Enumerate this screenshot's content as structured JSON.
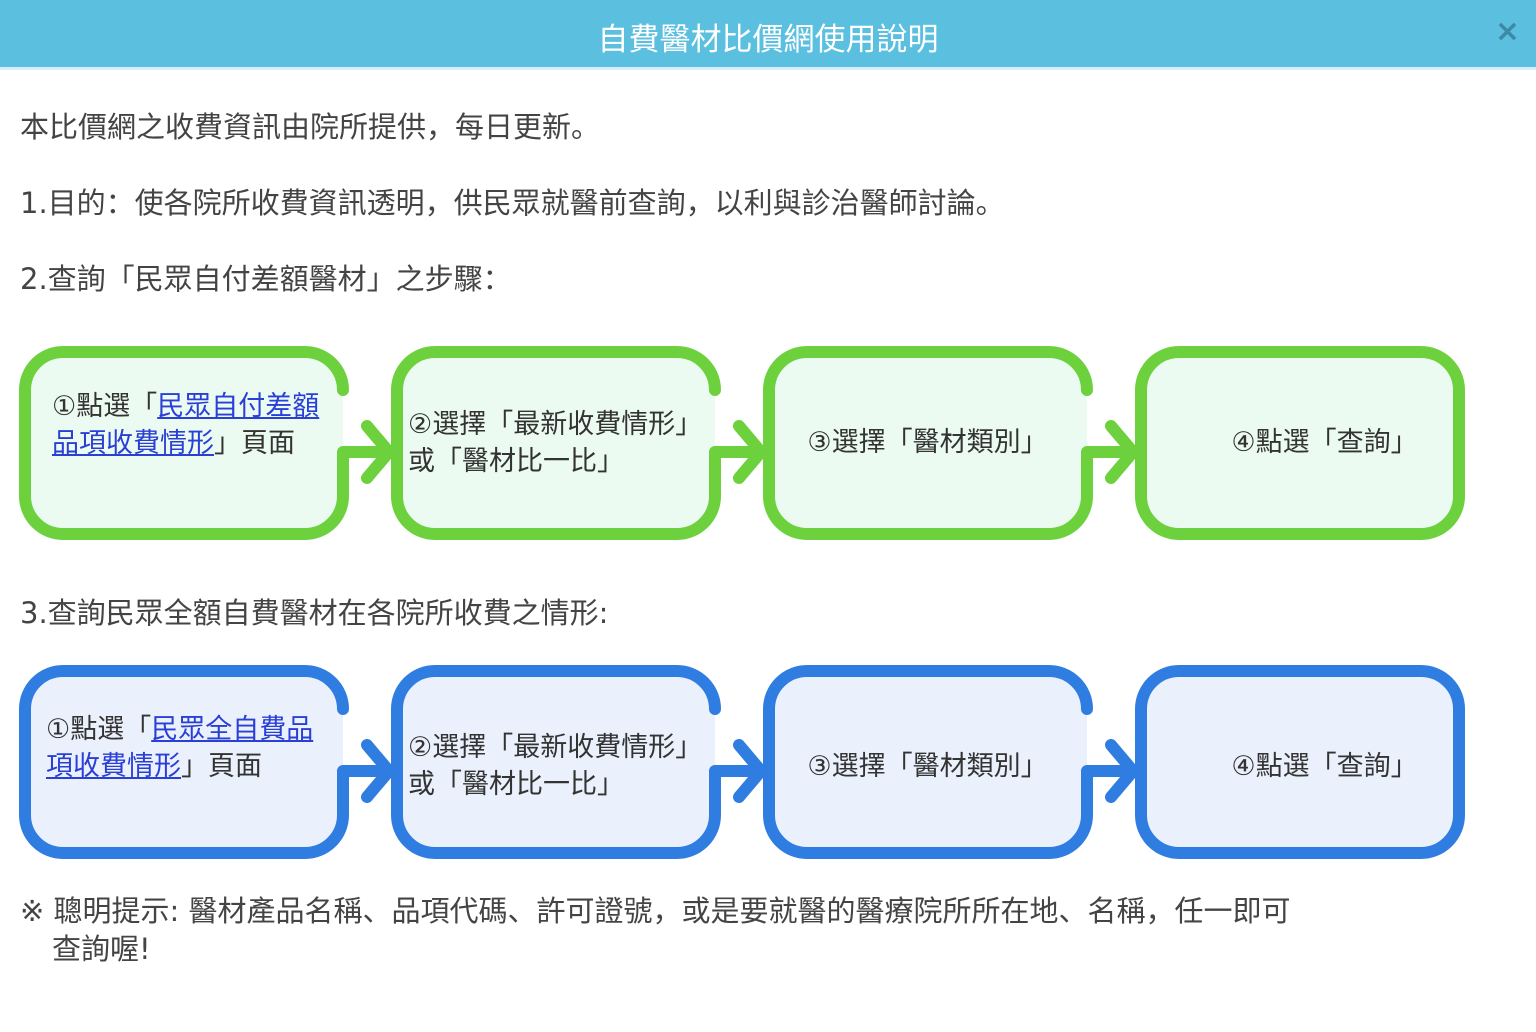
{
  "dialog": {
    "title": "自費醫材比價網使用說明",
    "close_label": "×"
  },
  "intro": "本比價網之收費資訊由院所提供，每日更新。",
  "purpose": "1.目的：使各院所收費資訊透明，供民眾就醫前查詢，以利與診治醫師討論。",
  "section2": {
    "heading": "2.查詢「民眾自付差額醫材」之步驟：",
    "color": "#6dd13e",
    "fill": "#ecfbf1",
    "steps": [
      {
        "prefix": "①點選「",
        "link": "民眾自付差額品項收費情形",
        "suffix": "」頁面"
      },
      {
        "text": "②選擇「最新收費情形」或「醫材比一比」"
      },
      {
        "text": "③選擇「醫材類別」"
      },
      {
        "text": "④點選「查詢」"
      }
    ]
  },
  "section3": {
    "heading": "3.查詢民眾全額自費醫材在各院所收費之情形:",
    "color": "#2f7de0",
    "fill": "#eaf1fc",
    "steps": [
      {
        "prefix": "①點選「",
        "link": "民眾全自費品項收費情形",
        "suffix": "」頁面"
      },
      {
        "text": "②選擇「最新收費情形」或「醫材比一比」"
      },
      {
        "text": "③選擇「醫材類別」"
      },
      {
        "text": "④點選「查詢」"
      }
    ]
  },
  "tip": {
    "line1": "※ 聰明提示: 醫材產品名稱、品項代碼、許可證號，或是要就醫的醫療院所所在地、名稱，任一即可",
    "line2": "查詢喔!"
  }
}
